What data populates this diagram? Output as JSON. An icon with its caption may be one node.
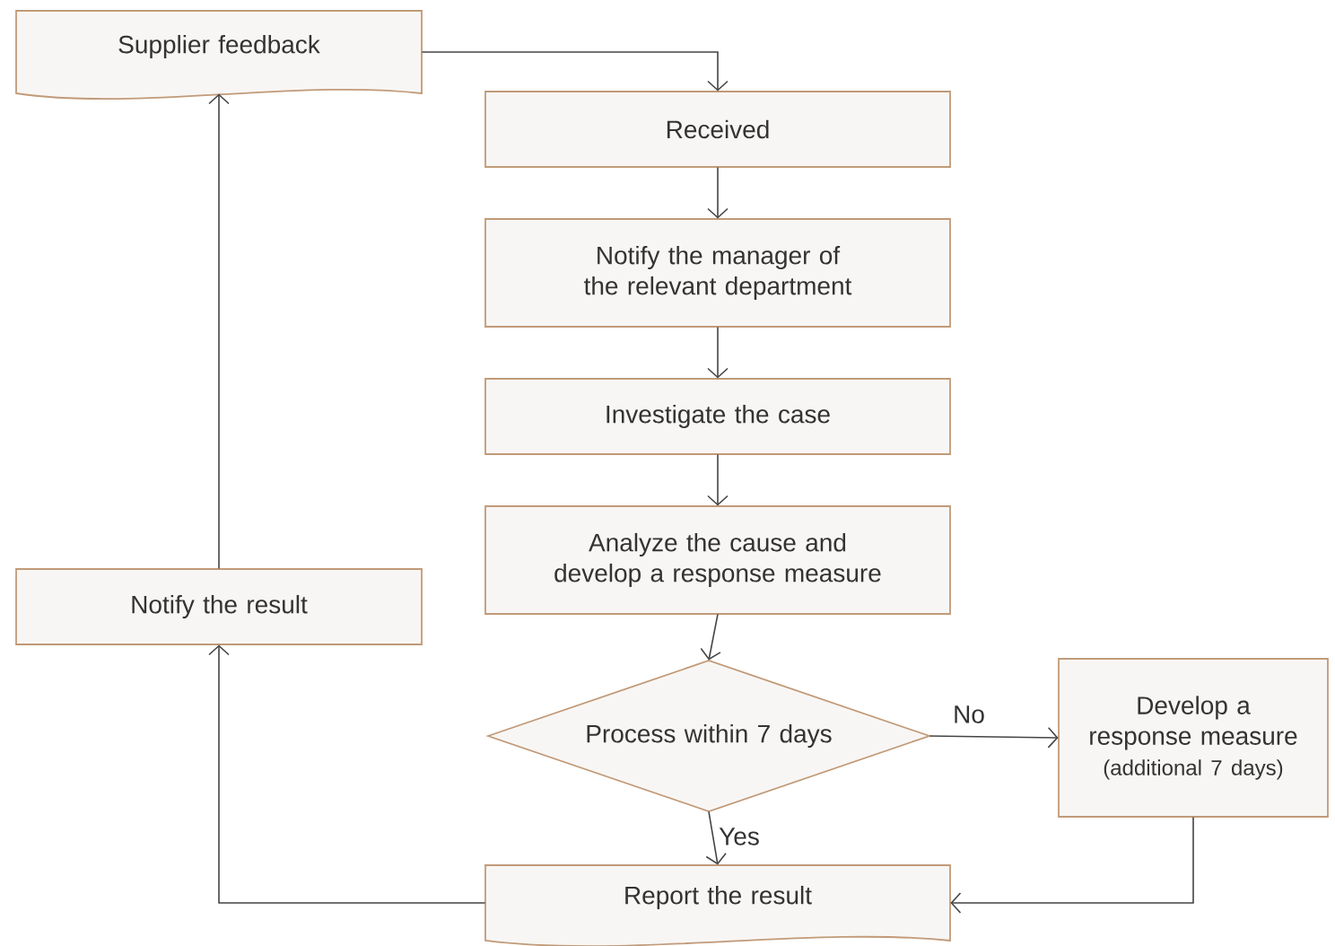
{
  "diagram": {
    "nodes": [
      {
        "text": [
          "Supplier feedback"
        ]
      },
      {
        "text": [
          "Received"
        ]
      },
      {
        "text": [
          "Notify the manager of the relevant department"
        ]
      },
      {
        "text": [
          "Investigate the case"
        ]
      },
      {
        "text": [
          "Analyze the cause and develop a response measure"
        ]
      },
      {
        "text": [
          "Notify the result"
        ]
      },
      {
        "text": [
          "Process within 7 days"
        ]
      },
      {
        "text": [
          "Develop a response measure",
          "(additional 7 days)"
        ]
      },
      {
        "text": [
          "Report the result"
        ]
      }
    ],
    "edges": [
      {
        "from": 0,
        "to": 1,
        "arrow": "to"
      },
      {
        "from": 1,
        "to": 2,
        "arrow": "to"
      },
      {
        "from": 2,
        "to": 3,
        "arrow": "to"
      },
      {
        "from": 3,
        "to": 4,
        "arrow": "to"
      },
      {
        "from": 4,
        "to": 6,
        "arrow": "to"
      },
      {
        "from": 6,
        "to": 7,
        "label": "No",
        "arrow": "to"
      },
      {
        "from": 6,
        "to": 8,
        "label": "Yes",
        "arrow": "to"
      },
      {
        "from": 7,
        "to": 8,
        "arrow": "to"
      },
      {
        "from": 8,
        "to": 5,
        "arrow": "to"
      },
      {
        "from": 5,
        "to": 0,
        "arrow": "to"
      }
    ]
  }
}
